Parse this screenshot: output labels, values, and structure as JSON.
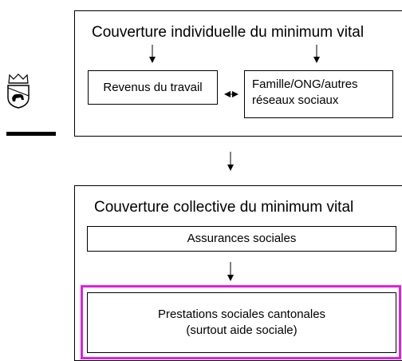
{
  "logo": {
    "name": "bern-coat-of-arms-icon"
  },
  "top_group": {
    "title": "Couverture individuelle du minimum vital",
    "left_box": "Revenus du travail",
    "right_box_line1": "Famille/ONG/autres",
    "right_box_line2": "réseaux sociaux"
  },
  "bottom_group": {
    "title": "Couverture collective du minimum vital",
    "insurance_box": "Assurances sociales",
    "cantonal_box_line1": "Prestations sociales cantonales",
    "cantonal_box_line2": "(surtout aide sociale)"
  },
  "colors": {
    "highlight": "#e020e0"
  }
}
